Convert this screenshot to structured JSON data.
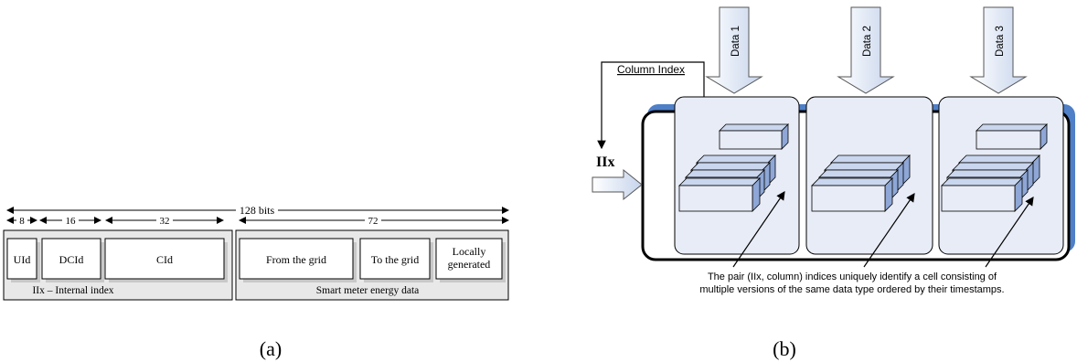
{
  "panel_a": {
    "caption": "(a)",
    "total_bits_label": "128 bits",
    "widths": {
      "uid": "8",
      "dcid": "16",
      "cid": "32",
      "energy": "72"
    },
    "fields": {
      "uid": "UId",
      "dcid": "DCId",
      "cid": "CId"
    },
    "energy_fields": {
      "from_grid": "From the grid",
      "to_grid": "To the grid",
      "local_line1": "Locally",
      "local_line2": "generated"
    },
    "group_labels": {
      "index": "IIx – Internal index",
      "energy": "Smart meter energy data"
    }
  },
  "panel_b": {
    "caption": "(b)",
    "column_index_label": "Column Index",
    "row_index_label": "IIx",
    "data_arrows": [
      "Data 1",
      "Data 2",
      "Data 3"
    ],
    "note_line1": "The pair  (IIx, column) indices uniquely identify a cell consisting of",
    "note_line2": "multiple versions of the same data type ordered by their timestamps."
  },
  "colors": {
    "box_fill": "#e8ecf6",
    "block_top": "#c9d6ee",
    "block_side": "#8ea7d6",
    "accent_blue": "#4f7fc7"
  }
}
